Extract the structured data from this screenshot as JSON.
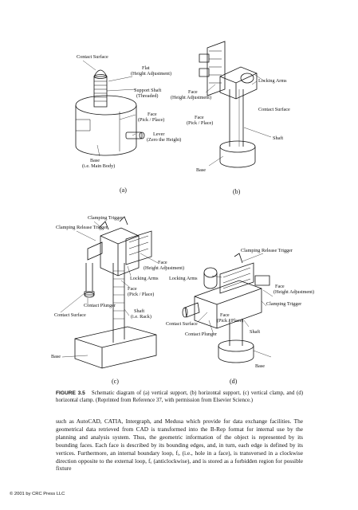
{
  "figure": {
    "panels": {
      "a": {
        "tag": "(a)",
        "labels": {
          "contact_surface": "Contact Surface",
          "flat": "Flat",
          "flat_sub": "(Height Adjustment)",
          "support_shaft": "Support Shaft",
          "support_shaft_sub": "(Threaded)",
          "face": "Face",
          "face_sub": "(Pick / Place)",
          "lever": "Lever",
          "lever_sub": "(Zero the Height)",
          "base": "Base",
          "base_sub": "(i.e. Main Body)"
        }
      },
      "b": {
        "tag": "(b)",
        "labels": {
          "face_height": "Face",
          "face_height_sub": "(Height Adjustment)",
          "locking_arms": "Locking Arms",
          "contact_surface": "Contact Surface",
          "face_pick": "Face",
          "face_pick_sub": "(Pick / Place)",
          "shaft": "Shaft",
          "base": "Base"
        }
      },
      "c": {
        "tag": "(c)",
        "labels": {
          "clamping_trigger": "Clamping Trigger",
          "clamping_release_trigger": "Clamping Release Trigger",
          "face_height": "Face",
          "face_height_sub": "(Height Adjustment)",
          "locking_arms": "Locking Arms",
          "face_pick": "Face",
          "face_pick_sub": "(Pick / Place)",
          "contact_plunger": "Contact Plunger",
          "contact_surface": "Contact Surface",
          "shaft": "Shaft",
          "shaft_sub": "(i.e. Rack)",
          "base": "Base"
        }
      },
      "d": {
        "tag": "(d)",
        "labels": {
          "clamping_release_trigger": "Clamping Release Trigger",
          "locking_arms": "Locking Arms",
          "face_height": "Face",
          "face_height_sub": "(Height Adjustment)",
          "clamping_trigger": "Clamping Trigger",
          "contact_surface": "Contact Surface",
          "face_pick": "Face",
          "face_pick_sub": "(Pick / Place)",
          "contact_plunger": "Contact Plunger",
          "shaft": "Shaft",
          "base": "Base"
        }
      }
    }
  },
  "caption": {
    "label": "FIGURE 3.5",
    "text": "Schematic diagram of (a) vertical support, (b) horizontal support, (c) vertical clamp, and (d) horizontal clamp. (Reprinted from Reference 37, with permission from Elsevier Science.)"
  },
  "body": {
    "paragraph": "such as AutoCAD, CATIA, Intergraph, and Medusa which provide for data exchange facilities. The geometrical data retrieved from CAD is transformed into the B-Rep format for internal use by the planning and analysis system. Thus, the geometric information of the object is represented by its bounding faces. Each face is described by its bounding edges, and, in turn, each edge is defined by its vertices. Furthermore, an internal boundary loop, fᵢ, (i.e., hole in a face), is transversed in a clockwise direction opposite to the external loop, fₑ (anticlockwise), and is stored as a forbidden region for possible fixture"
  },
  "footer": {
    "copyright": "© 2001 by CRC Press LLC"
  }
}
